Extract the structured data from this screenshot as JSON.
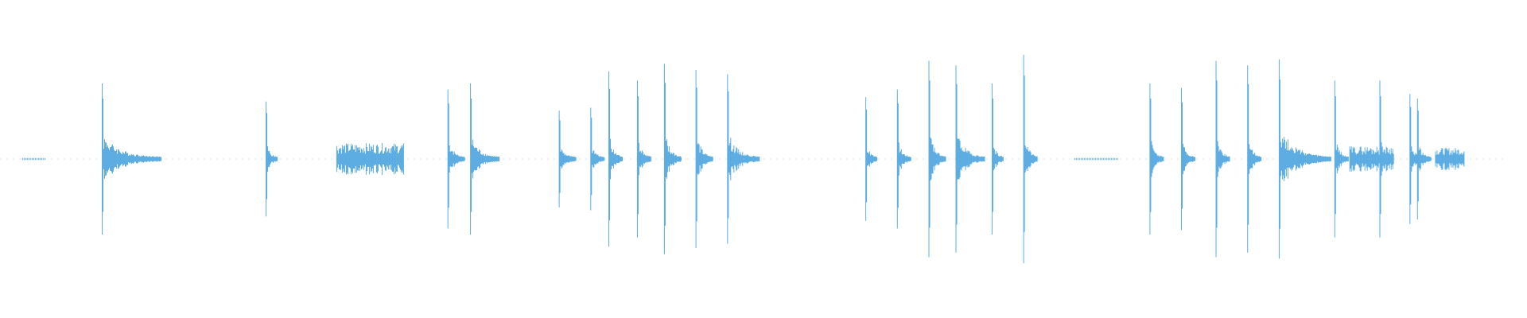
{
  "waveform": {
    "color": "#5DADE2",
    "background": "#FFFFFF",
    "events": [
      {
        "t": 0.015,
        "amp": 0.02,
        "dur": 0.016,
        "kind": "silence"
      },
      {
        "t": 0.068,
        "amp": 0.5,
        "dur": 0.04,
        "kind": "click"
      },
      {
        "t": 0.177,
        "amp": 0.38,
        "dur": 0.008,
        "kind": "click"
      },
      {
        "t": 0.224,
        "amp": 0.1,
        "dur": 0.045,
        "kind": "noise"
      },
      {
        "t": 0.298,
        "amp": 0.46,
        "dur": 0.012,
        "kind": "click"
      },
      {
        "t": 0.313,
        "amp": 0.5,
        "dur": 0.02,
        "kind": "click"
      },
      {
        "t": 0.372,
        "amp": 0.32,
        "dur": 0.012,
        "kind": "click"
      },
      {
        "t": 0.393,
        "amp": 0.34,
        "dur": 0.01,
        "kind": "click"
      },
      {
        "t": 0.405,
        "amp": 0.58,
        "dur": 0.01,
        "kind": "click"
      },
      {
        "t": 0.424,
        "amp": 0.52,
        "dur": 0.01,
        "kind": "click"
      },
      {
        "t": 0.442,
        "amp": 0.63,
        "dur": 0.012,
        "kind": "click"
      },
      {
        "t": 0.463,
        "amp": 0.59,
        "dur": 0.012,
        "kind": "click"
      },
      {
        "t": 0.484,
        "amp": 0.56,
        "dur": 0.022,
        "kind": "click"
      },
      {
        "t": 0.576,
        "amp": 0.41,
        "dur": 0.008,
        "kind": "click"
      },
      {
        "t": 0.597,
        "amp": 0.46,
        "dur": 0.01,
        "kind": "click"
      },
      {
        "t": 0.618,
        "amp": 0.65,
        "dur": 0.012,
        "kind": "click"
      },
      {
        "t": 0.636,
        "amp": 0.62,
        "dur": 0.02,
        "kind": "click"
      },
      {
        "t": 0.66,
        "amp": 0.5,
        "dur": 0.008,
        "kind": "click"
      },
      {
        "t": 0.681,
        "amp": 0.69,
        "dur": 0.01,
        "kind": "click"
      },
      {
        "t": 0.715,
        "amp": 0.02,
        "dur": 0.03,
        "kind": "silence"
      },
      {
        "t": 0.765,
        "amp": 0.5,
        "dur": 0.01,
        "kind": "click"
      },
      {
        "t": 0.786,
        "amp": 0.47,
        "dur": 0.01,
        "kind": "click"
      },
      {
        "t": 0.809,
        "amp": 0.65,
        "dur": 0.01,
        "kind": "click"
      },
      {
        "t": 0.83,
        "amp": 0.62,
        "dur": 0.01,
        "kind": "click"
      },
      {
        "t": 0.851,
        "amp": 0.66,
        "dur": 0.035,
        "kind": "click"
      },
      {
        "t": 0.888,
        "amp": 0.52,
        "dur": 0.01,
        "kind": "click"
      },
      {
        "t": 0.898,
        "amp": 0.08,
        "dur": 0.03,
        "kind": "noise"
      },
      {
        "t": 0.918,
        "amp": 0.52,
        "dur": 0.01,
        "kind": "click"
      },
      {
        "t": 0.938,
        "amp": 0.43,
        "dur": 0.01,
        "kind": "click"
      },
      {
        "t": 0.955,
        "amp": 0.07,
        "dur": 0.02,
        "kind": "noise"
      },
      {
        "t": 0.943,
        "amp": 0.4,
        "dur": 0.01,
        "kind": "click"
      }
    ]
  }
}
